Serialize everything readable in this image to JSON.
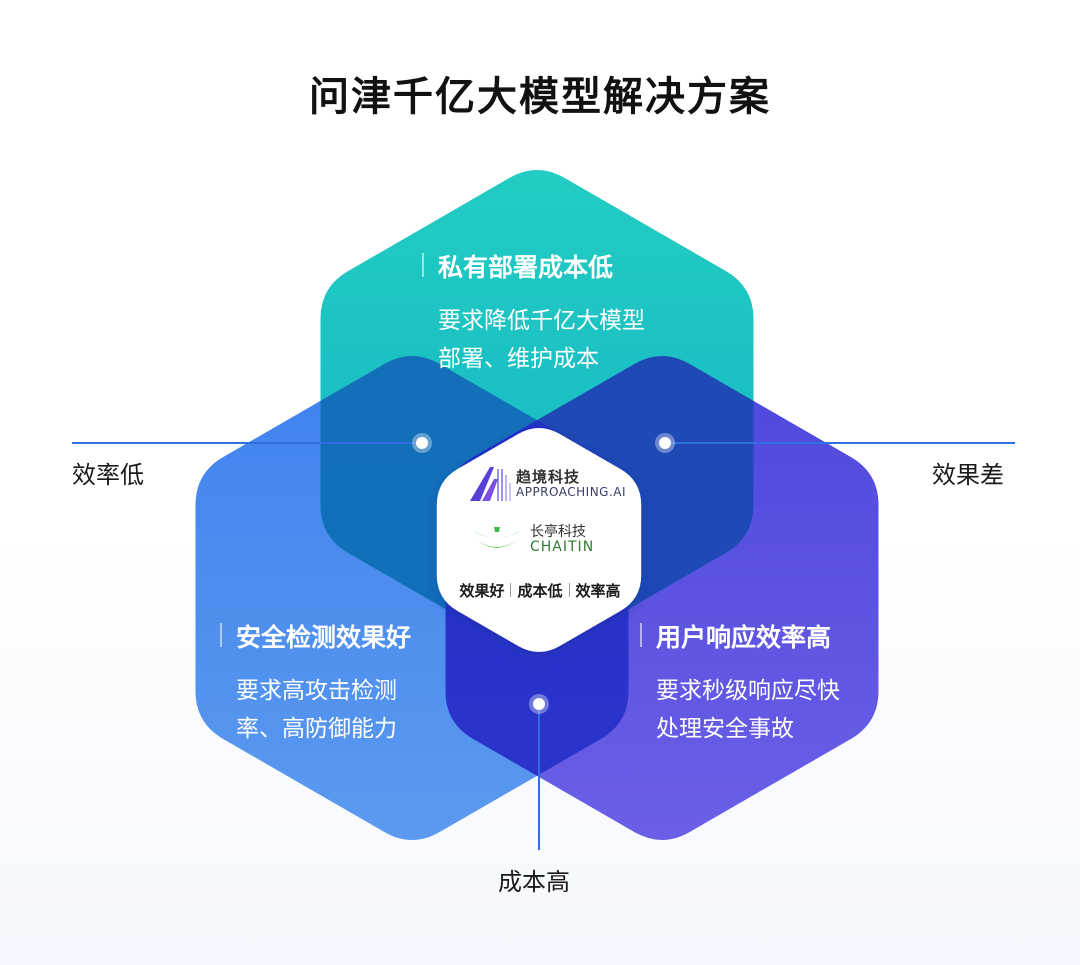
{
  "title": "问津千亿大模型解决方案",
  "axes": {
    "left": "效率低",
    "right": "效果差",
    "bottom": "成本高"
  },
  "hexagons": {
    "top": {
      "heading": "私有部署成本低",
      "desc_line1": "要求降低千亿大模型",
      "desc_line2": "部署、维护成本",
      "color": "#1fc5bf"
    },
    "left": {
      "heading": "安全检测效果好",
      "desc_line1": "要求高攻击检测",
      "desc_line2": "率、高防御能力",
      "color": "#4a8ef0"
    },
    "right": {
      "heading": "用户响应效率高",
      "desc_line1": "要求秒级响应尽快",
      "desc_line2": "处理安全事故",
      "color": "#5b52e0"
    }
  },
  "center": {
    "logo1_cn": "趋境科技",
    "logo1_en": "APPROACHING.AI",
    "logo2_cn": "长亭科技",
    "logo2_en": "CHAITIN",
    "tag1": "效果好",
    "tag2": "成本低",
    "tag3": "效率高"
  },
  "colors": {
    "line": "#2f6fe0",
    "overlap_top_left": "#1268b8",
    "overlap_top_right": "#1f3fb4",
    "overlap_bottom": "#2330c8"
  }
}
